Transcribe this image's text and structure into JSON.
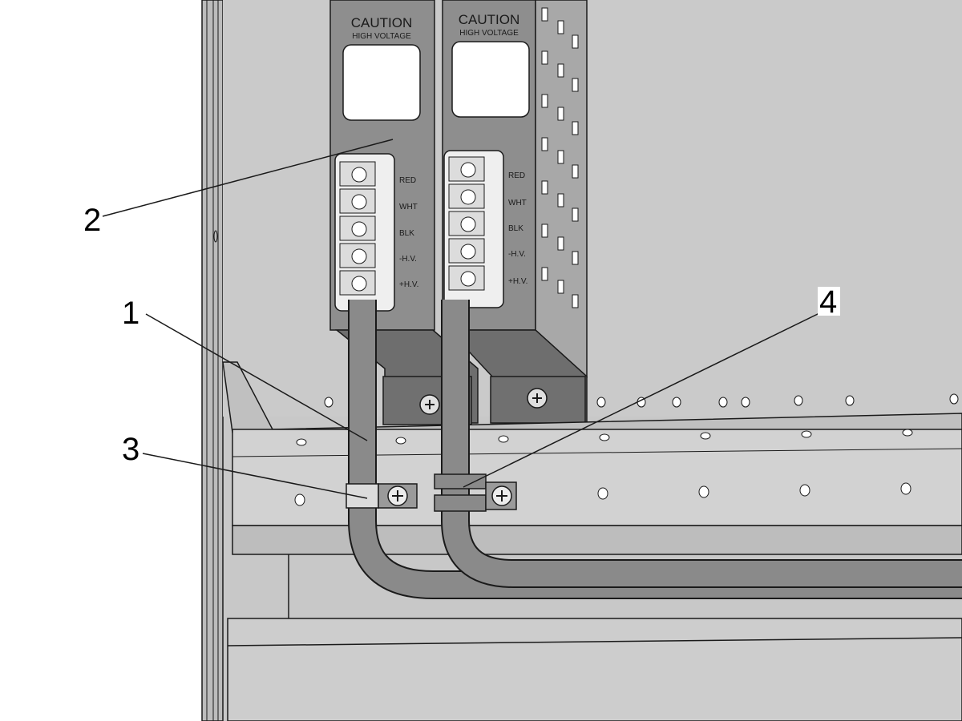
{
  "colors": {
    "background": "#c8c8c8",
    "frame": "#bcbcbc",
    "frame_dark": "#9a9a9a",
    "rail": "#c4c4c4",
    "rail_face": "#d2d2d2",
    "module": "#8e8e8e",
    "module_dark": "#5a5a5a",
    "terminal_block": "#e6e6e6",
    "cable": "#8a8a8a",
    "cable_edge": "#2a2a2a",
    "line": "#1a1a1a",
    "label_background": "#ffffff"
  },
  "modules": [
    {
      "warning_title": "CAUTION",
      "warning_subtitle": "HIGH VOLTAGE",
      "terminals": [
        "RED",
        "WHT",
        "BLK",
        "-H.V.",
        "+H.V."
      ]
    },
    {
      "warning_title": "CAUTION",
      "warning_subtitle": "HIGH VOLTAGE",
      "terminals": [
        "RED",
        "WHT",
        "BLK",
        "-H.V.",
        "+H.V."
      ]
    }
  ],
  "callouts": [
    {
      "number": "1",
      "points_to": "high-voltage cable"
    },
    {
      "number": "2",
      "points_to": "power supply module"
    },
    {
      "number": "3",
      "points_to": "cable clamp"
    },
    {
      "number": "4",
      "points_to": "cable clamp"
    }
  ]
}
